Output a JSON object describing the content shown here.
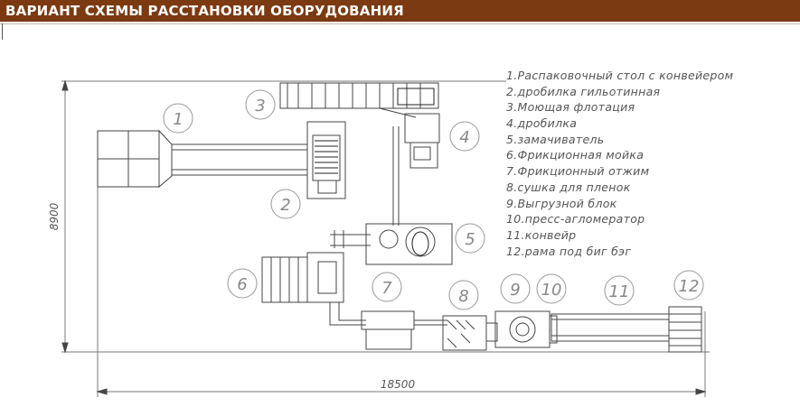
{
  "header": {
    "title": "ВАРИАНТ СХЕМЫ РАССТАНОВКИ ОБОРУДОВАНИЯ"
  },
  "legend": [
    "1.Распаковочный стол с конвейером",
    "2.дробилка гильотинная",
    "3.Моющая флотация",
    "4.дробилка",
    "5.замачиватель",
    "6.Фрикционная мойка",
    "7.Фрикционный отжим",
    "8.сушка для пленок",
    "9.Выгрузной блок",
    "10.пресс-агломератор",
    "11.конвейр",
    "12.рама под биг бэг"
  ],
  "markers": [
    "1",
    "2",
    "3",
    "4",
    "5",
    "6",
    "7",
    "8",
    "9",
    "10",
    "11",
    "12"
  ],
  "dimensions": {
    "width": "18500",
    "height": "8900"
  }
}
